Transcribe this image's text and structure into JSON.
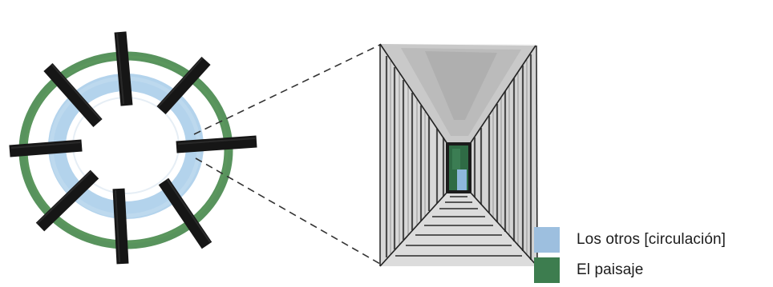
{
  "legend": {
    "items": [
      {
        "label": "Los otros [circulación]",
        "color": "#9dbfdf",
        "meaning": "circulation"
      },
      {
        "label": "El paisaje",
        "color": "#3d7d4f",
        "meaning": "landscape"
      }
    ]
  },
  "palette": {
    "landscape_ring": "#4a8a4f",
    "circulation_ring": "#a8cde9",
    "walls": "#161616",
    "perspective_lines": "#333333",
    "corridor_sky": "#bdbdbd",
    "corridor_landscape": "#2f6b45",
    "corridor_window": "#8fb7dd"
  },
  "icons": {
    "plan": "radial-plan-drawing",
    "perspective": "corridor-perspective-drawing"
  }
}
